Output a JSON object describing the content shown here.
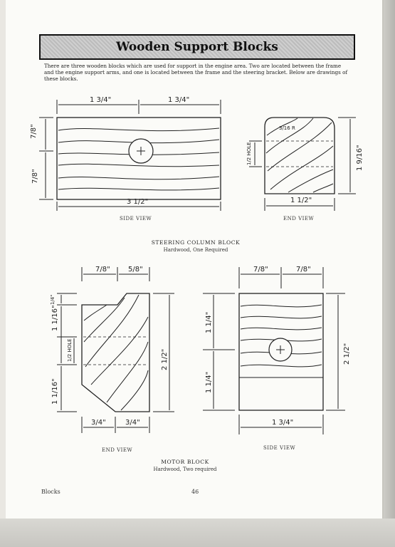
{
  "title": "Wooden Support Blocks",
  "intro": "There are three wooden blocks which are used for support in the engine area. Two are located between the frame and the engine support arms, and one is located between the frame and the steering bracket. Below are drawings of these blocks.",
  "steering": {
    "side_view_label": "SIDE VIEW",
    "end_view_label": "END VIEW",
    "caption_title": "STEERING COLUMN BLOCK",
    "caption_sub": "Hardwood, One Required",
    "dims": {
      "top_left": "1 3/4\"",
      "top_right": "1 3/4\"",
      "left_upper": "7/8\"",
      "left_lower": "7/8\"",
      "bottom": "3 1/2\"",
      "end_radius": "3/16 R",
      "end_hole": "1/2 HOLE",
      "end_height": "1 9/16\"",
      "end_width": "1 1/2\""
    }
  },
  "motor": {
    "end_view_label": "END VIEW",
    "side_view_label": "SIDE VIEW",
    "caption_title": "MOTOR BLOCK",
    "caption_sub": "Hardwood, Two required",
    "dims": {
      "top_left": "7/8\"",
      "top_right": "5/8\"",
      "left_top": "1/4\"",
      "left_mid": "1 1/16\"",
      "left_hole": "1/2 HOLE",
      "left_bottom": "1 1/16\"",
      "height": "2 1/2\"",
      "bottom_left": "3/4\"",
      "bottom_right": "3/4\"",
      "side_top_left": "7/8\"",
      "side_top_right": "7/8\"",
      "side_upper": "1 1/4\"",
      "side_lower": "1 1/4\"",
      "side_height": "2 1/2\"",
      "side_bottom": "1 3/4\""
    }
  },
  "footer": {
    "section": "Blocks",
    "page_number": "46"
  }
}
